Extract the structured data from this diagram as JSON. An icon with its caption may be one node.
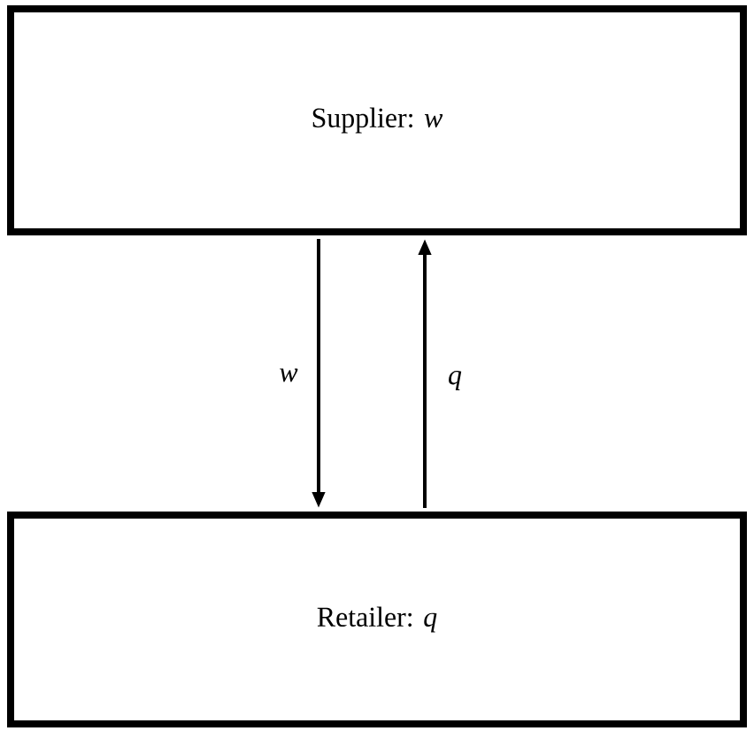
{
  "diagram": {
    "nodes": [
      {
        "text": [
          "Supplier: *w*"
        ]
      },
      {
        "text": [
          "Retailer: *q*"
        ]
      }
    ],
    "edges": [
      {
        "from": 0,
        "to": 1,
        "arrow": "to",
        "label": "w"
      },
      {
        "from": 1,
        "to": 0,
        "arrow": "to",
        "label": "q"
      }
    ]
  }
}
